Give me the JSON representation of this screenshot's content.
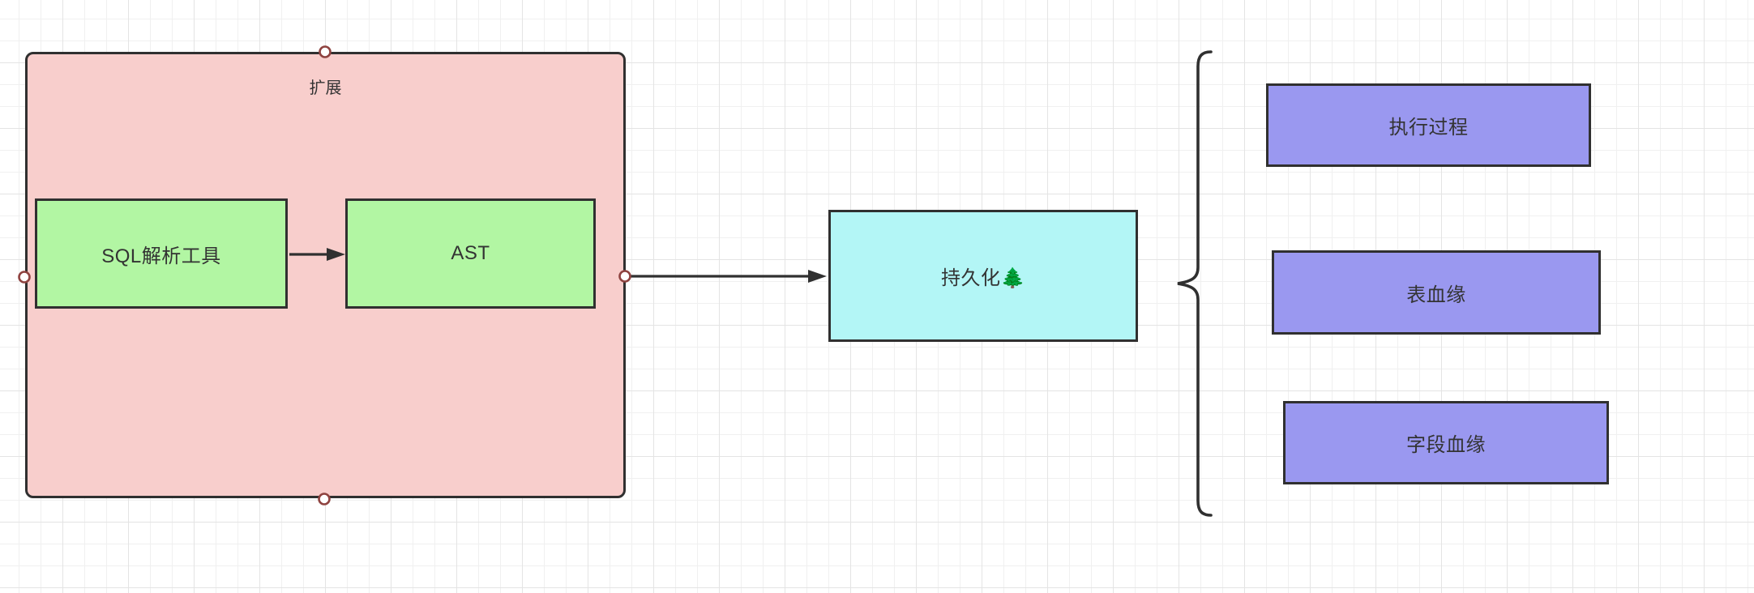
{
  "colors": {
    "container_fill": "#f8cecc",
    "tool_fill": "#b2f6a3",
    "persist_fill": "#b3f6f6",
    "result_fill": "#9a98f0",
    "shape_stroke": "#303030",
    "label_color": "#333333",
    "connection_point_stroke": "#8f4340",
    "grid_minor": "#f0f0f0",
    "grid_major": "#e4e4e4",
    "canvas_bg": "#ffffff"
  },
  "diagram": {
    "group": {
      "label": "扩展"
    },
    "nodes": {
      "sql_parser": {
        "label": "SQL解析工具"
      },
      "ast": {
        "label": "AST"
      },
      "persistence": {
        "label": "持久化🌲"
      },
      "execution": {
        "label": "执行过程"
      },
      "table_lineage": {
        "label": "表血缘"
      },
      "field_lineage": {
        "label": "字段血缘"
      }
    }
  }
}
